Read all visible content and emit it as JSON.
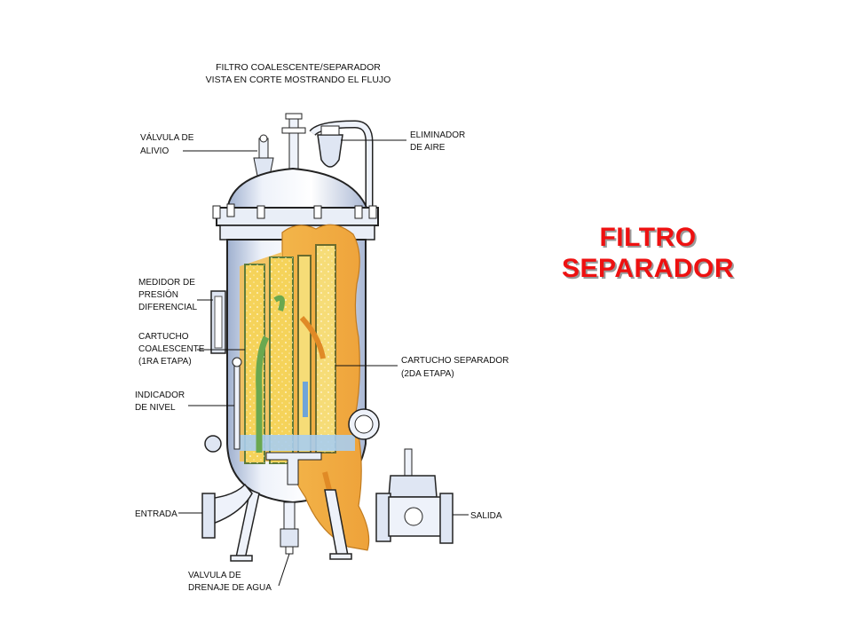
{
  "diagram": {
    "caption_line1": "FILTRO COALESCENTE/SEPARADOR",
    "caption_line2": "VISTA EN CORTE MOSTRANDO EL FLUJO",
    "labels": {
      "valvula_alivio_1": "VÁLVULA DE",
      "valvula_alivio_2": "ALIVIO",
      "eliminador_1": "ELIMINADOR",
      "eliminador_2": "DE AIRE",
      "medidor_1": "MEDIDOR DE",
      "medidor_2": "PRESIÓN",
      "medidor_3": "DIFERENCIAL",
      "coalescente_1": "CARTUCHO",
      "coalescente_2": "COALESCENTE",
      "coalescente_3": "(1RA ETAPA)",
      "separador_1": "CARTUCHO SEPARADOR",
      "separador_2": "(2DA ETAPA)",
      "indicador_1": "INDICADOR",
      "indicador_2": "DE NIVEL",
      "entrada": "ENTRADA",
      "salida": "SALIDA",
      "drenaje_1": "VALVULA DE",
      "drenaje_2": "DRENAJE DE AGUA"
    }
  },
  "title": {
    "line1": "FILTRO",
    "line2": "SEPARADOR",
    "color": "#ee1111"
  },
  "colors": {
    "vessel_outline": "#222222",
    "vessel_shade": "#c9d4e8",
    "cartridge_yellow": "#f5d35a",
    "fluid_orange": "#f0a63a",
    "flow_green": "#6aa84f",
    "water_blue": "#8fbfe8"
  }
}
